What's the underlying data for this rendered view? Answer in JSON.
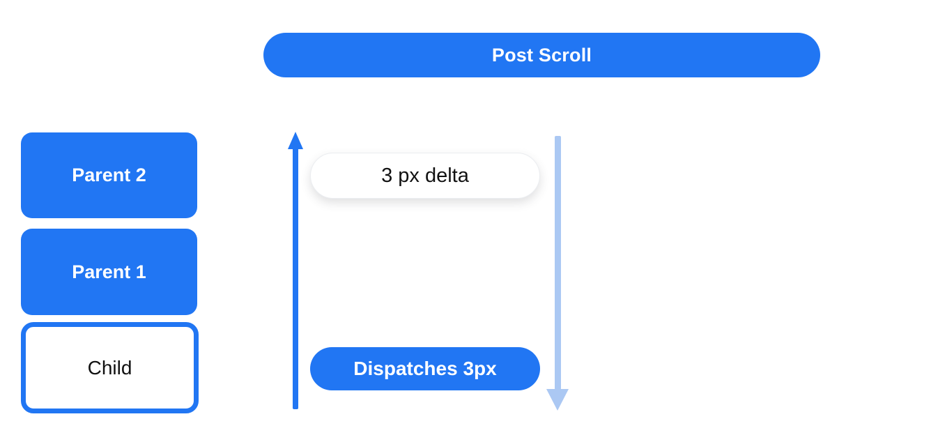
{
  "diagram": {
    "post_scroll": {
      "label": "Post Scroll"
    },
    "stack": {
      "parent2": {
        "label": "Parent 2"
      },
      "parent1": {
        "label": "Parent 1"
      },
      "child": {
        "label": "Child"
      }
    },
    "flow": {
      "delta_pill": {
        "label": "3 px delta"
      },
      "dispatch_pill": {
        "label": "Dispatches 3px"
      },
      "up_arrow": {
        "direction": "up",
        "color": "#2176f3"
      },
      "down_arrow": {
        "direction": "down",
        "color": "#abc8f3"
      }
    },
    "colors": {
      "primary_blue": "#2176f3",
      "light_blue": "#abc8f3",
      "pill_border": "#ebedf0",
      "text_dark": "#111111",
      "text_light": "#ffffff"
    }
  }
}
